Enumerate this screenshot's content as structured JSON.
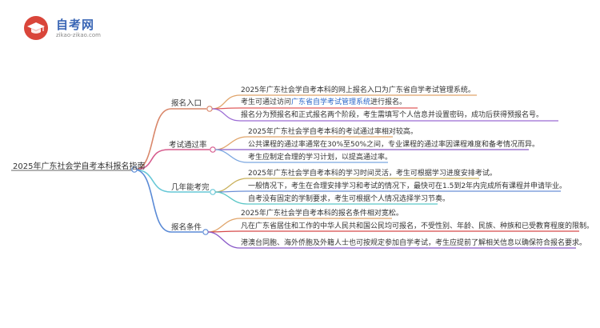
{
  "logo": {
    "title": "自考网",
    "subtitle": "zikao-zikao.com",
    "icon": "graduation-cap-icon",
    "color": "#d9453a"
  },
  "mindmap": {
    "root": "2025年广东社会学自考本科报名指南",
    "branches": [
      {
        "label": "报名入口",
        "color": "#d9876a",
        "leaves": [
          {
            "text": "2025年广东社会学自考本科的网上报名入口为广东省自学考试管理系统。",
            "color": "#e0a46a"
          },
          {
            "prefix": "考生可通过访问",
            "link": "广东省自学考试管理系统",
            "suffix": "进行报名。",
            "color": "#e05c5c"
          },
          {
            "text": "报名分为预报名和正式报名两个阶段，考生需填写个人信息并设置密码，成功后获得预报名号。",
            "color": "#9b6bd4"
          }
        ]
      },
      {
        "label": "考试通过率",
        "color": "#d65a8c",
        "leaves": [
          {
            "text": "2025年广东社会学自考本科的考试通过率相对较高。",
            "color": "#e0a46a"
          },
          {
            "text": "公共课程的通过率通常在30%至50%之间，专业课程的通过率因课程难度和备考情况而异。",
            "color": "#8a5ac8"
          },
          {
            "text": "考生应制定合理的学习计划，以提高通过率。",
            "color": "#7aa6e0"
          }
        ]
      },
      {
        "label": "几年能考完",
        "color": "#66c7d6",
        "leaves": [
          {
            "text": "2025年广东社会学自考本科的学习时间灵活，考生可根据学习进度安排考试。",
            "color": "#c9b05a"
          },
          {
            "text": "一般情况下，考生在合理安排学习和考试的情况下，最快可在1.5到2年内完成所有课程并申请毕业。",
            "color": "#6b8fd6"
          },
          {
            "text": "自考没有固定的学制要求，考生可根据个人情况选择学习节奏。",
            "color": "#5ac6c6"
          }
        ]
      },
      {
        "label": "报名条件",
        "color": "#5a8ad6",
        "leaves": [
          {
            "text": "2025年广东社会学自考本科的报名条件相对宽松。",
            "color": "#e0a46a"
          },
          {
            "text": "凡在广东省居住和工作的中华人民共和国公民均可报名，不受性别、年龄、民族、种族和已受教育程度的限制。",
            "color": "#d64a4a"
          },
          {
            "text": "港澳台同胞、海外侨胞及外籍人士也可按规定参加自学考试，考生应提前了解相关信息以确保符合报名要求。",
            "color": "#8a5ac8"
          }
        ]
      }
    ]
  }
}
